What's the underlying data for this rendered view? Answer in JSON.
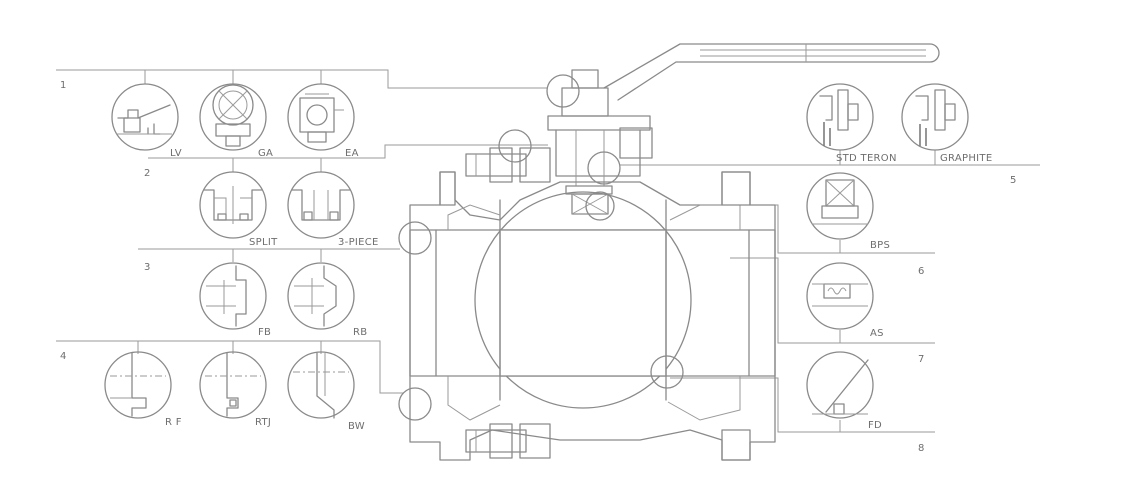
{
  "callouts": {
    "1": "1",
    "2": "2",
    "3": "3",
    "4": "4",
    "5": "5",
    "6": "6",
    "7": "7",
    "8": "8"
  },
  "labels": {
    "lv": "LV",
    "ga": "GA",
    "ea": "EA",
    "split": "SPLIT",
    "three_piece": "3-PIECE",
    "fb": "FB",
    "rb": "RB",
    "rf": "R F",
    "rtj": "RTJ",
    "bw": "BW",
    "std_teron": "STD TERON",
    "graphite": "GRAPHITE",
    "bps": "BPS",
    "as": "AS",
    "fd": "FD"
  },
  "colors": {
    "line": "#8a8a8a",
    "text": "#6e6e6e",
    "background": "#ffffff"
  }
}
